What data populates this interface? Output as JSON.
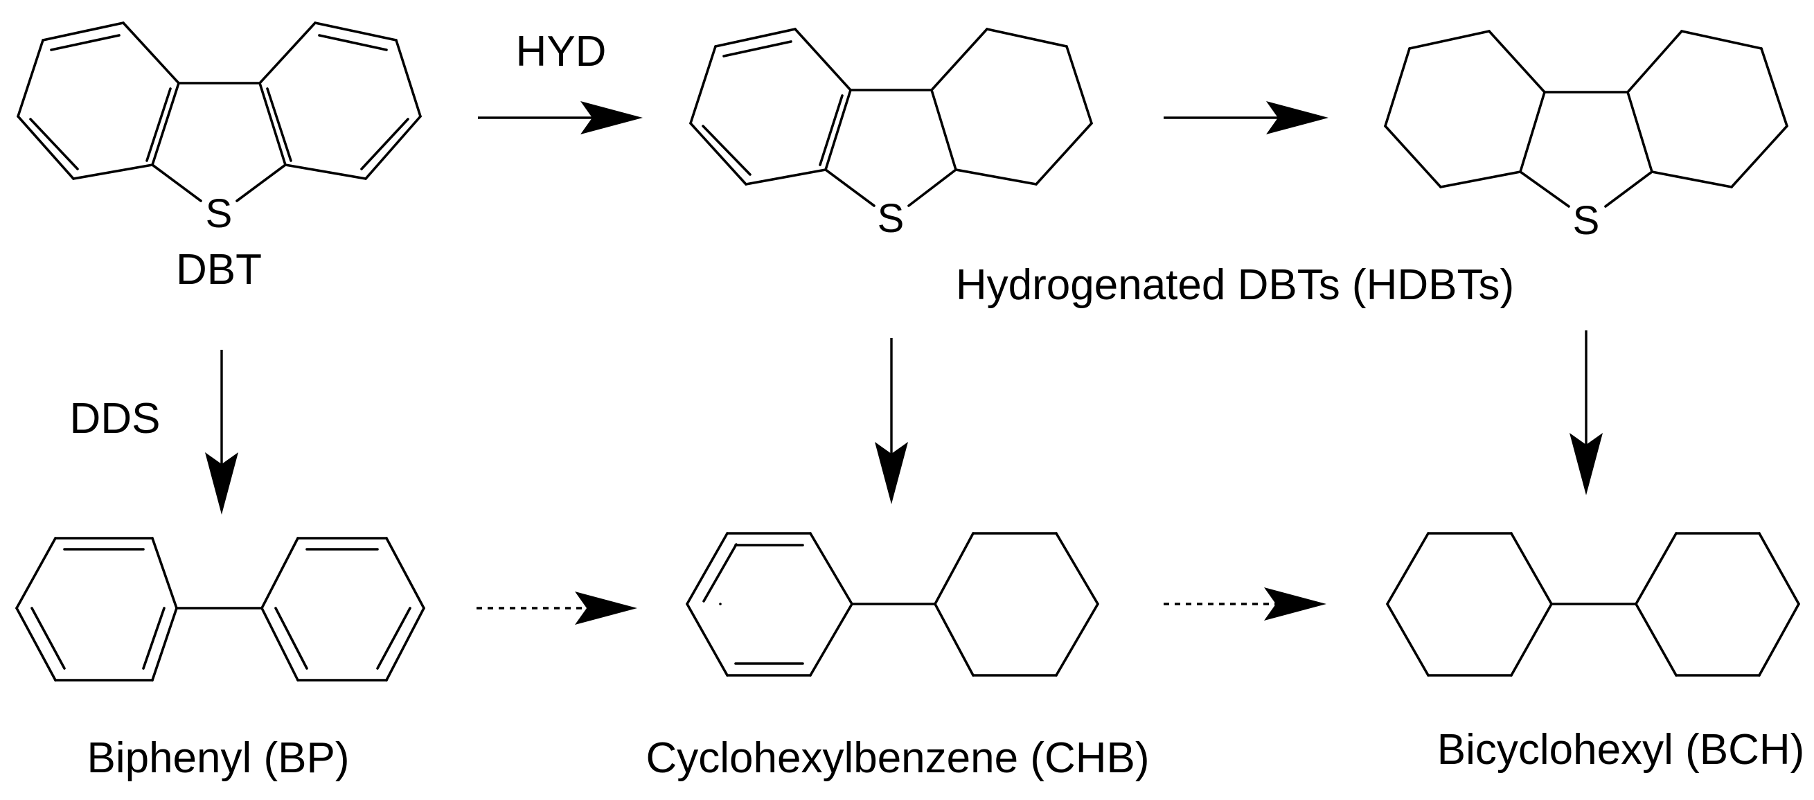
{
  "compounds": {
    "dbt": {
      "label": "DBT",
      "heteroatom": "S"
    },
    "thdbt": {
      "heteroatom": "S"
    },
    "phdbt": {
      "heteroatom": "S"
    },
    "hdbts": {
      "label": "Hydrogenated DBTs (HDBTs)"
    },
    "bp": {
      "label": "Biphenyl (BP)"
    },
    "chb": {
      "label": "Cyclohexylbenzene (CHB)"
    },
    "bch": {
      "label": "Bicyclohexyl (BCH)"
    }
  },
  "pathways": {
    "hyd": {
      "label": "HYD"
    },
    "dds": {
      "label": "DDS"
    }
  },
  "colors": {
    "ink": "#000000",
    "background": "#ffffff"
  }
}
